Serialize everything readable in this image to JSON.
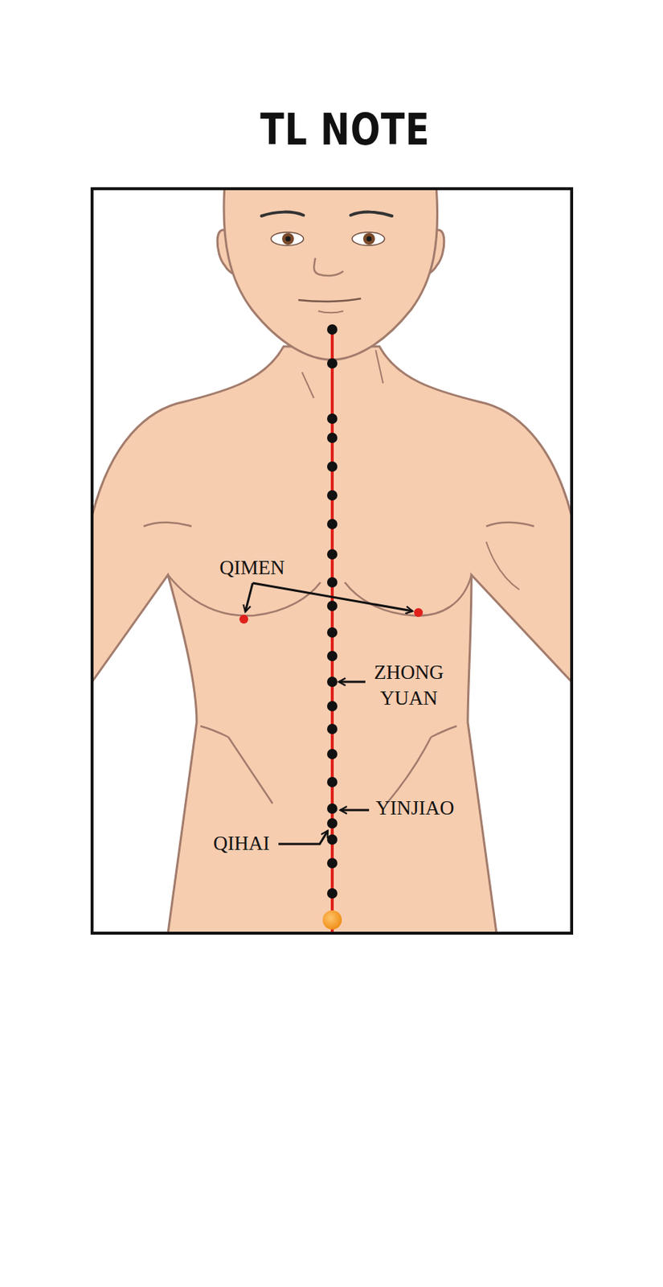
{
  "diagram": {
    "title": "TL NOTE",
    "labels": [
      "QIMEN",
      "ZHONG YUAN",
      "YINJIAO",
      "QIHAI"
    ]
  }
}
